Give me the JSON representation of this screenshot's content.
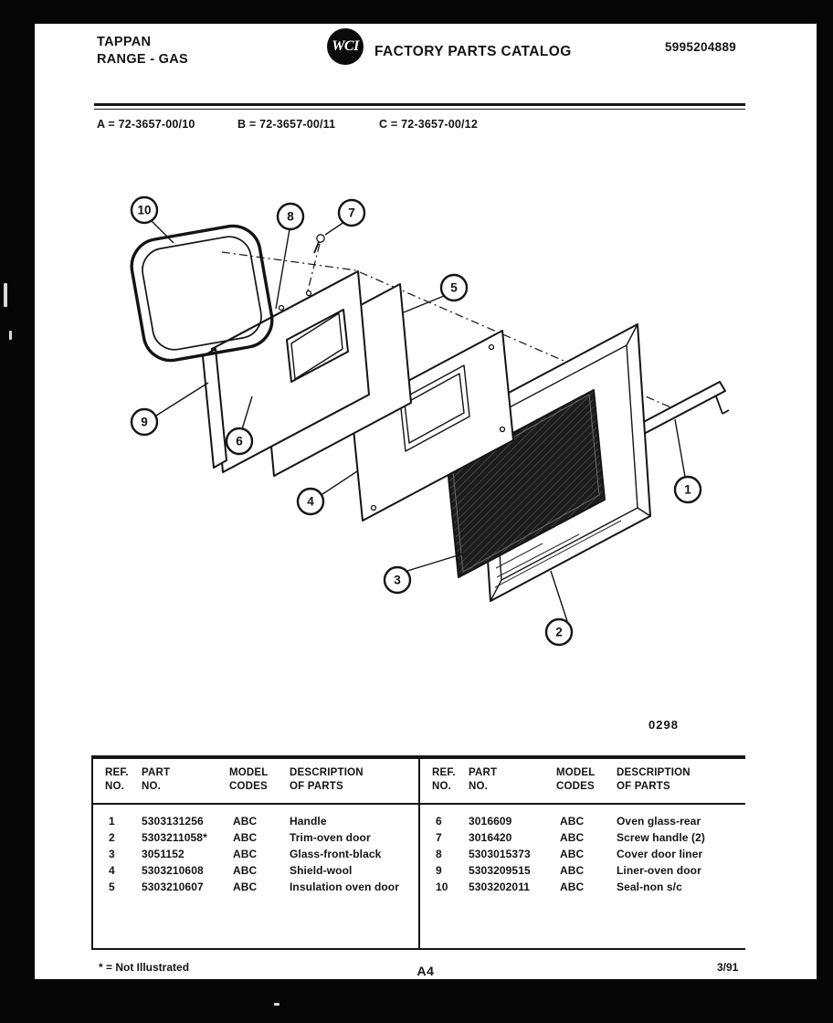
{
  "colors": {
    "ink": "#141414",
    "paper": "#ffffff",
    "scan_background": "#060606"
  },
  "header": {
    "brand_line1": "TAPPAN",
    "brand_line2": "RANGE - GAS",
    "logo_text": "WCI",
    "catalog_title": "FACTORY PARTS CATALOG",
    "publication_number": "5995204889"
  },
  "model_codes": {
    "a": "A = 72-3657-00/10",
    "b": "B = 72-3657-00/11",
    "c": "C = 72-3657-00/12"
  },
  "diagram": {
    "figure_code": "0298",
    "callouts": {
      "c1": "1",
      "c2": "2",
      "c3": "3",
      "c4": "4",
      "c5": "5",
      "c6": "6",
      "c7": "7",
      "c8": "8",
      "c9": "9",
      "c10": "10"
    }
  },
  "parts_table": {
    "headers": {
      "ref_line1": "REF.",
      "ref_line2": "NO.",
      "part_line1": "PART",
      "part_line2": "NO.",
      "model_line1": "MODEL",
      "model_line2": "CODES",
      "desc_line1": "DESCRIPTION",
      "desc_line2": "OF PARTS"
    },
    "left_rows": [
      {
        "ref": "1",
        "part": "5303131256",
        "codes": "ABC",
        "desc": "Handle"
      },
      {
        "ref": "2",
        "part": "5303211058*",
        "codes": "ABC",
        "desc": "Trim-oven door"
      },
      {
        "ref": "3",
        "part": "3051152",
        "codes": "ABC",
        "desc": "Glass-front-black"
      },
      {
        "ref": "4",
        "part": "5303210608",
        "codes": "ABC",
        "desc": "Shield-wool"
      },
      {
        "ref": "5",
        "part": "5303210607",
        "codes": "ABC",
        "desc": "Insulation oven door"
      }
    ],
    "right_rows": [
      {
        "ref": "6",
        "part": "3016609",
        "codes": "ABC",
        "desc": "Oven glass-rear"
      },
      {
        "ref": "7",
        "part": "3016420",
        "codes": "ABC",
        "desc": "Screw handle (2)"
      },
      {
        "ref": "8",
        "part": "5303015373",
        "codes": "ABC",
        "desc": "Cover door liner"
      },
      {
        "ref": "9",
        "part": "5303209515",
        "codes": "ABC",
        "desc": "Liner-oven door"
      },
      {
        "ref": "10",
        "part": "5303202011",
        "codes": "ABC",
        "desc": "Seal-non s/c"
      }
    ]
  },
  "footer": {
    "footnote": "* = Not Illustrated",
    "page_code": "A4",
    "date_code": "3/91"
  }
}
